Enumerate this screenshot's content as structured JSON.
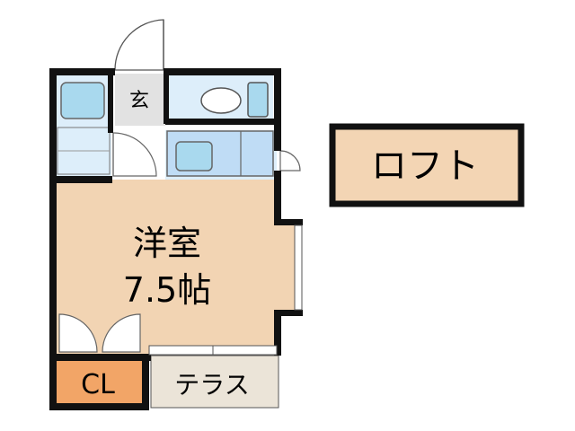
{
  "rooms": {
    "western": {
      "name": "洋室",
      "size": "7.5帖"
    },
    "closet": {
      "name": "CL"
    },
    "terrace": {
      "name": "テラス"
    },
    "entrance": {
      "name": "玄"
    },
    "loft": {
      "name": "ロフト"
    }
  },
  "colors": {
    "wall": "#111111",
    "western_floor": "#f2d4b3",
    "wet_area": "#ddeefa",
    "fixture": "#a9d9ee",
    "counter": "#bfdcf5",
    "closet": "#f2a567",
    "terrace": "#ebe4d8",
    "entrance": "#e2e2e2",
    "loft": "#f3d5b4"
  }
}
